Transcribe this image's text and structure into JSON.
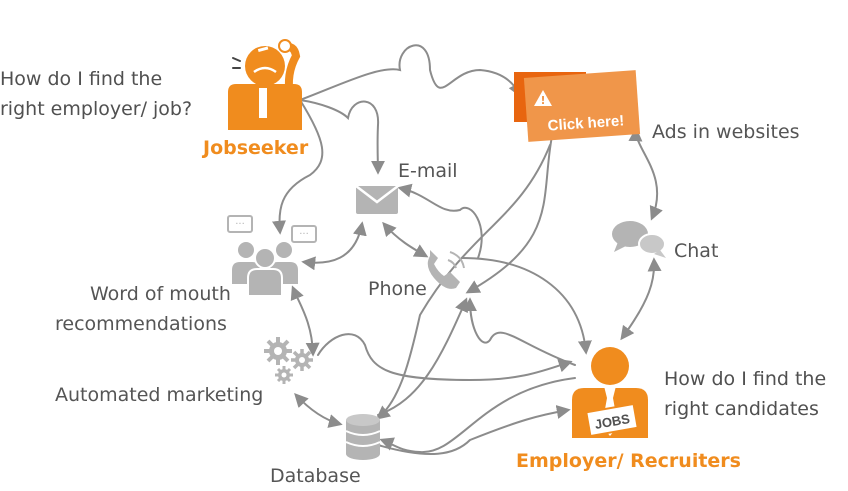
{
  "jobseeker": {
    "question_line1": "How do I find the",
    "question_line2": "right employer/ job?",
    "label": "Jobseeker"
  },
  "email": {
    "label": "E-mail"
  },
  "phone": {
    "label": "Phone"
  },
  "word_of_mouth": {
    "line1": "Word of mouth",
    "line2": "recommendations"
  },
  "automated_marketing": {
    "label": "Automated marketing"
  },
  "database": {
    "label": "Database"
  },
  "ads": {
    "label": "Ads in websites",
    "banner_text": "Click here!",
    "warning_glyph": "!"
  },
  "chat": {
    "label": "Chat"
  },
  "employer": {
    "question_line1": "How do I find the",
    "question_line2": "right candidates",
    "label": "Employer/ Recruiters",
    "badge": "JOBS"
  },
  "colors": {
    "accent": "#f08c1e",
    "icon_gray": "#b4b4b4",
    "line_gray": "#8c8c8c",
    "text": "#555555"
  },
  "icons": [
    "person-icon",
    "envelope-icon",
    "phone-icon",
    "people-icon",
    "gears-icon",
    "database-icon",
    "ad-banner-icon",
    "chat-bubbles-icon"
  ]
}
